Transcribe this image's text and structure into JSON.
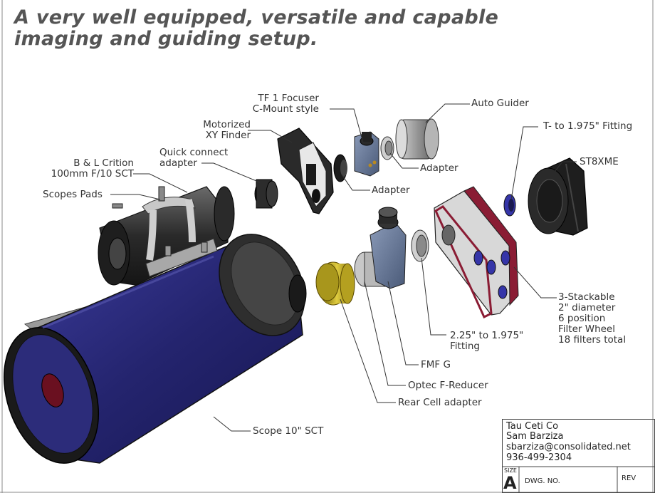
{
  "title": {
    "line1": "A very well equipped, versatile and capable",
    "line2": "imaging and guiding setup."
  },
  "labels": {
    "tf1_focuser": [
      "TF 1 Focuser",
      "C-Mount style"
    ],
    "auto_guider": "Auto Guider",
    "motorized_finder": [
      "Motorized",
      "XY Finder"
    ],
    "t_fitting": "T- to 1.975\" Fitting",
    "quick_connect": [
      "Quick connect",
      "adapter"
    ],
    "st8xme": "ST8XME",
    "bl_crition": [
      "B & L Crition",
      "100mm F/10 SCT"
    ],
    "adapter_1": "Adapter",
    "adapter_2": "Adapter",
    "scopes_pads": "Scopes Pads",
    "filter_wheel": [
      "3-Stackable",
      "2\" diameter",
      "6 position",
      "Filter Wheel",
      "18 filters total"
    ],
    "fitting_225": [
      "2.25\" to 1.975\"",
      "Fitting"
    ],
    "fmf_g": "FMF G",
    "optec": "Optec F-Reducer",
    "rear_cell": "Rear Cell adapter",
    "scope_10": "Scope 10\" SCT"
  },
  "title_block": {
    "company": "Tau Ceti Co",
    "name": "Sam Barziza",
    "email": "sbarziza@consolidated.net",
    "phone": "936-499-2304",
    "size_label": "SIZE",
    "size_value": "A",
    "dwg_label": "DWG.  NO.",
    "rev_label": "REV"
  },
  "colors": {
    "main_tube": "#2a2a7a",
    "metal_dark": "#3a3a3a",
    "gold_ring": "#c8b428",
    "filter_wheel_red": "#8a1c34",
    "blue_accent": "#3030a0"
  }
}
